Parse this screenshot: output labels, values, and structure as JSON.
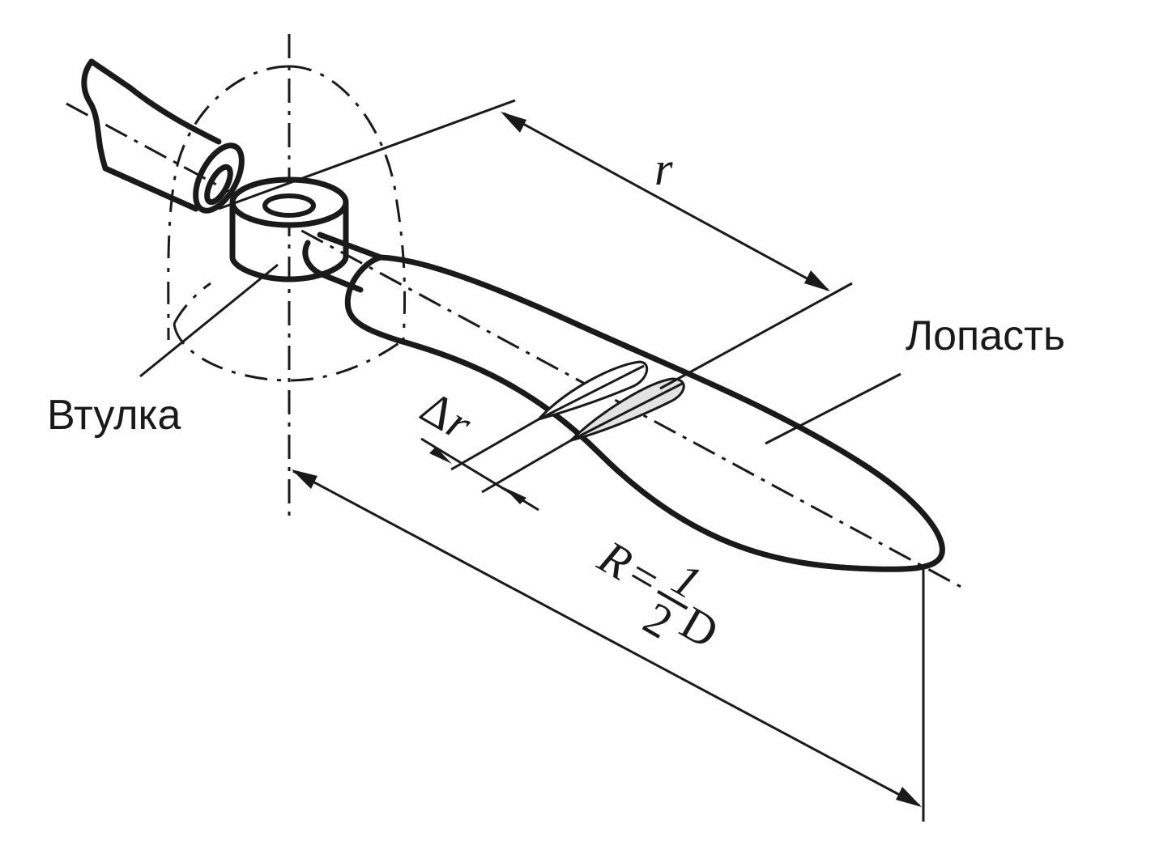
{
  "diagram": {
    "title": "Propeller blade element geometry",
    "labels": {
      "hub": "Втулка",
      "blade": "Лопасть",
      "radius_r": "r",
      "delta_r_symbol": "Δ",
      "delta_r_var": "r",
      "big_R": "R",
      "equals": "=",
      "frac_num": "1",
      "frac_den": "2",
      "diameter": "D"
    },
    "colors": {
      "ink": "#1a1a1a",
      "section_fill": "#e2e2e2",
      "background": "#ffffff"
    }
  }
}
